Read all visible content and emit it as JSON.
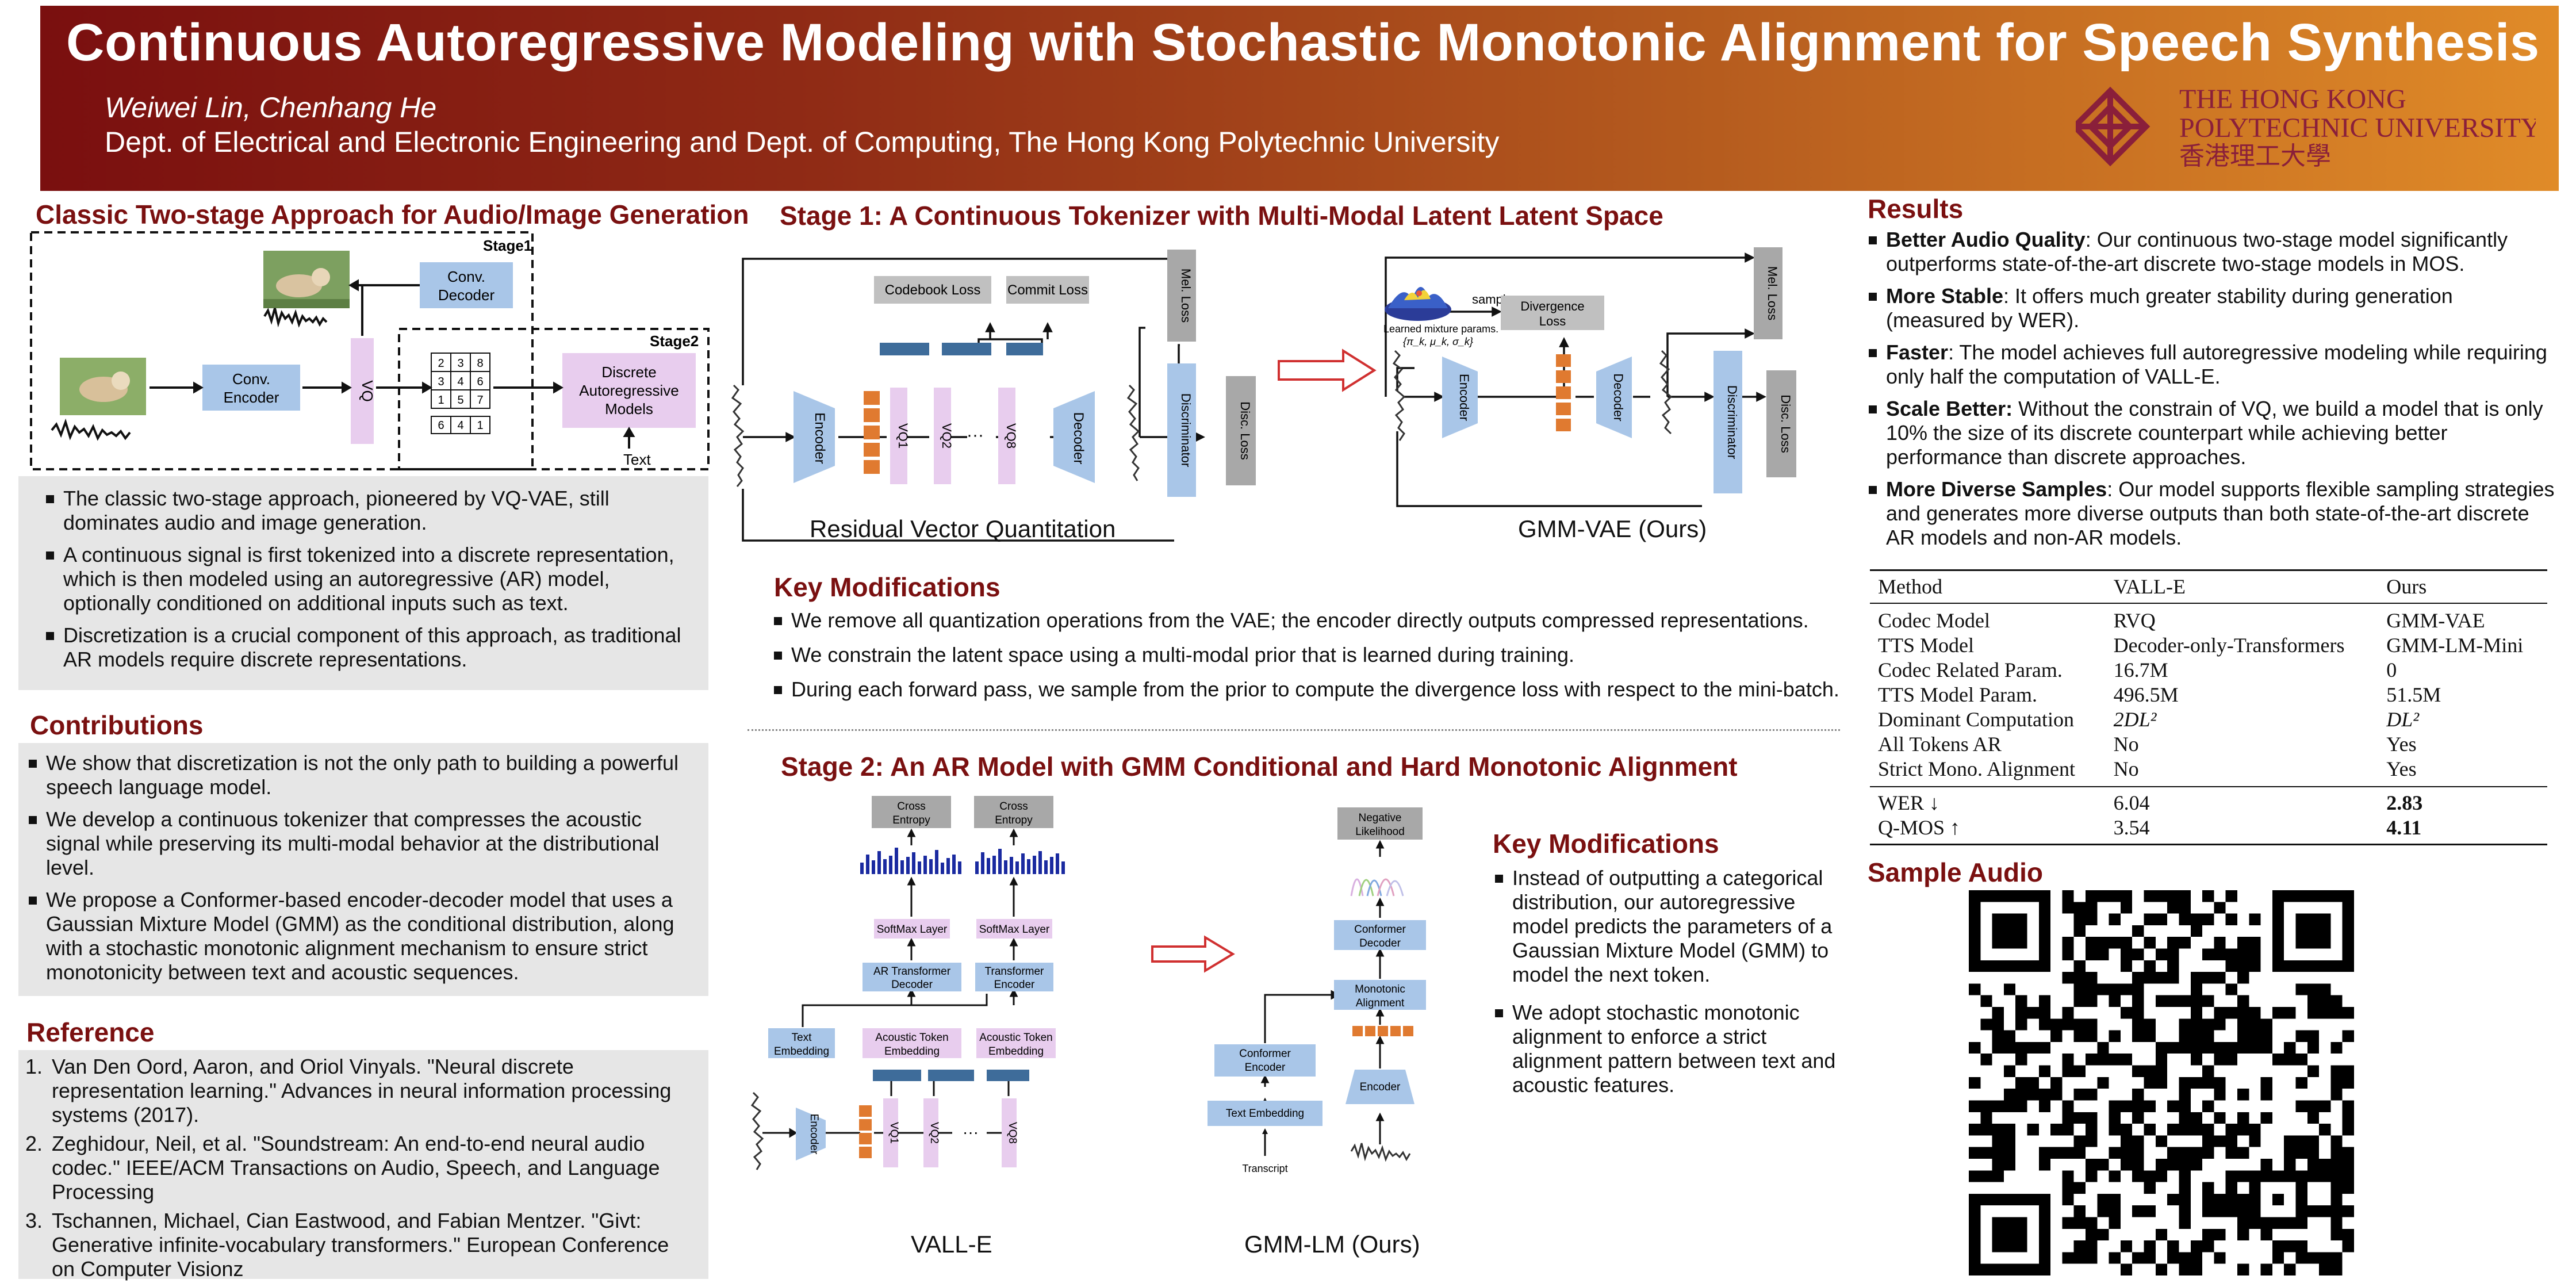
{
  "header": {
    "title": "Continuous Autoregressive Modeling with Stochastic Monotonic Alignment for Speech Synthesis",
    "authors": "Weiwei Lin, Chenhang He",
    "affiliation": "Dept. of Electrical and Electronic Engineering and Dept. of Computing, The Hong Kong Polytechnic University",
    "logo_lines": [
      "THE HONG KONG",
      "POLYTECHNIC UNIVERSITY",
      "香港理工大學"
    ]
  },
  "classic": {
    "title": "Classic Two-stage Approach for Audio/Image Generation",
    "diagram": {
      "stage1": "Stage1",
      "stage2": "Stage2",
      "conv_decoder": [
        "Conv.",
        "Decoder"
      ],
      "conv_encoder": [
        "Conv.",
        "Encoder"
      ],
      "vq": "VQ",
      "discrete_models": [
        "Discrete",
        "Autoregressive",
        "Models"
      ],
      "text": "Text",
      "grid_rows": [
        [
          "2",
          "3",
          "8"
        ],
        [
          "3",
          "4",
          "6"
        ],
        [
          "1",
          "5",
          "7"
        ]
      ],
      "grid_bottom": [
        "6",
        "4",
        "1"
      ]
    },
    "bullets": [
      "The classic two-stage approach, pioneered by VQ-VAE, still dominates audio and image generation.",
      "A continuous signal is first tokenized into a discrete representation, which is then modeled using an autoregressive (AR) model, optionally conditioned on additional inputs such as text.",
      "Discretization is a crucial component of this approach, as traditional AR models require discrete representations."
    ]
  },
  "contributions": {
    "title": "Contributions",
    "bullets": [
      "We show that discretization is not the only path to building a powerful speech language model.",
      "We develop a continuous tokenizer that compresses the acoustic signal while preserving its multi-modal behavior at the distributional level.",
      "We propose a Conformer-based encoder-decoder model that uses a Gaussian Mixture Model (GMM) as the conditional distribution, along with a stochastic monotonic alignment mechanism to ensure strict monotonicity between text and acoustic sequences."
    ]
  },
  "reference": {
    "title": "Reference",
    "items": [
      {
        "n": "1.",
        "text": "Van Den Oord, Aaron, and Oriol Vinyals. \"Neural discrete representation learning.\" Advances in neural information processing systems (2017)."
      },
      {
        "n": "2.",
        "text": "Zeghidour, Neil, et al. \"Soundstream: An end-to-end neural audio codec.\" IEEE/ACM Transactions on Audio, Speech, and Language Processing"
      },
      {
        "n": "3.",
        "text": "Tschannen, Michael, Cian Eastwood, and Fabian Mentzer. \"Givt: Generative infinite-vocabulary transformers.\" European Conference on Computer Visionz"
      }
    ]
  },
  "stage1": {
    "title": "Stage 1: A Continuous Tokenizer with Multi-Modal Latent Latent Space",
    "rvq": {
      "codebook_loss": "Codebook Loss",
      "commit_loss": "Commit Loss",
      "mel_loss": "Mel. Loss",
      "disc_loss": "Disc. Loss",
      "encoder": "Encoder",
      "decoder": "Decoder",
      "discriminator": "Discriminator",
      "vq1": "VQ1",
      "vq2": "VQ2",
      "vq8": "VQ8",
      "dots": "···",
      "caption": "Residual Vector Quantitation"
    },
    "gmm": {
      "sample": "sample",
      "divergence_loss": [
        "Divergence",
        "Loss"
      ],
      "learned": "Learned mixture params.",
      "params": "{π_k, μ_k, σ_k}",
      "mel_loss": "Mel. Loss",
      "disc_loss": "Disc. Loss",
      "encoder": "Encoder",
      "decoder": "Decoder",
      "discriminator": "Discriminator",
      "caption": "GMM-VAE (Ours)"
    }
  },
  "key_mod_1": {
    "title": "Key Modifications",
    "bullets": [
      "We remove all quantization operations from the VAE; the encoder directly outputs compressed representations.",
      "We constrain the latent space using a multi-modal prior that is learned during training.",
      "During each forward pass, we sample from the prior to compute the divergence loss with respect to the mini-batch."
    ]
  },
  "stage2": {
    "title": "Stage 2: An AR Model with GMM Conditional and Hard Monotonic Alignment",
    "valle": {
      "cross_entropy": [
        "Cross",
        "Entropy"
      ],
      "softmax": "SoftMax Layer",
      "ar_decoder": [
        "AR Transformer",
        "Decoder"
      ],
      "t_encoder": [
        "Transformer",
        "Encoder"
      ],
      "text_emb": [
        "Text",
        "Embedding"
      ],
      "acoustic_emb": [
        "Acoustic Token",
        "Embedding"
      ],
      "encoder": "Encoder",
      "vq1": "VQ1",
      "vq2": "VQ2",
      "vq8": "VQ8",
      "caption": "VALL-E"
    },
    "gmmlm": {
      "neg_likelihood": [
        "Negative",
        "Likelihood"
      ],
      "conformer_decoder": [
        "Conformer",
        "Decoder"
      ],
      "monotonic": [
        "Monotonic",
        "Alignment"
      ],
      "conformer_encoder": [
        "Conformer",
        "Encoder"
      ],
      "text_emb": "Text Embedding",
      "encoder": "Encoder",
      "transcript": "Transcript",
      "caption": "GMM-LM (Ours)"
    }
  },
  "key_mod_2": {
    "title": "Key Modifications",
    "bullets": [
      "Instead of outputting a categorical distribution, our autoregressive model predicts the parameters of a Gaussian Mixture Model (GMM) to model the next token.",
      "We adopt stochastic monotonic alignment to enforce a strict alignment pattern between text and acoustic features."
    ]
  },
  "results": {
    "title": "Results",
    "bullets": [
      {
        "bold": "Better Audio Quality",
        "text": ": Our continuous two-stage model significantly outperforms state-of-the-art discrete two-stage models in MOS."
      },
      {
        "bold": "More Stable",
        "text": ": It offers much greater stability during generation (measured by WER)."
      },
      {
        "bold": "Faster",
        "text": ": The model achieves full autoregressive modeling while requiring only half the computation of VALL-E."
      },
      {
        "bold": "Scale Better:",
        "text": " Without the constrain of VQ, we build a model that is only 10% the size of its discrete counterpart while achieving better performance than discrete approaches."
      },
      {
        "bold": "More Diverse Samples",
        "text": ": Our model supports flexible sampling strategies and generates more diverse outputs than both state-of-the-art discrete AR models and non-AR models."
      }
    ],
    "table": {
      "headers": [
        "Method",
        "VALL-E",
        "Ours"
      ],
      "rows": [
        [
          "Codec Model",
          "RVQ",
          "GMM-VAE"
        ],
        [
          "TTS Model",
          "Decoder-only-Transformers",
          "GMM-LM-Mini"
        ],
        [
          "Codec Related Param.",
          "16.7M",
          "0"
        ],
        [
          "TTS Model Param.",
          "496.5M",
          "51.5M"
        ],
        [
          "Dominant Computation",
          "2DL²",
          "DL²"
        ],
        [
          "All Tokens AR",
          "No",
          "Yes"
        ],
        [
          "Strict Mono. Alignment",
          "No",
          "Yes"
        ]
      ],
      "metric_rows": [
        [
          "WER ↓",
          "6.04",
          "2.83"
        ],
        [
          "Q-MOS ↑",
          "3.54",
          "4.11"
        ]
      ]
    }
  },
  "sample_audio": {
    "title": "Sample Audio"
  },
  "colors": {
    "accent": "#7a1010",
    "box_blue": "#a9c6e8",
    "box_pink": "#e8cdee",
    "box_gray": "#a8a8a8",
    "orange": "#e07a30",
    "panel_gray": "#e6e6e6"
  }
}
